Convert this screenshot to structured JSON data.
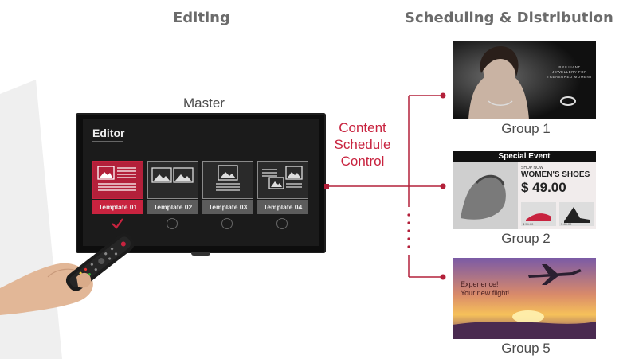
{
  "headers": {
    "editing": "Editing",
    "scheduling": "Scheduling & Distribution"
  },
  "master": {
    "label": "Master",
    "editor_title": "Editor",
    "templates": [
      {
        "label": "Template 01",
        "selected": true
      },
      {
        "label": "Template 02",
        "selected": false
      },
      {
        "label": "Template 03",
        "selected": false
      },
      {
        "label": "Template 04",
        "selected": false
      }
    ]
  },
  "control": {
    "line1": "Content",
    "line2": "Schedule",
    "line3": "Control"
  },
  "groups": [
    {
      "caption": "Group 1",
      "overlay_text": "BRILLIANT JEWELLERY FOR TREASURED MOMENT"
    },
    {
      "caption": "Group 2",
      "banner": "Special Event",
      "tag": "SHOP NOW",
      "headline": "WOMEN'S SHOES",
      "price": "$ 49.00",
      "sub_prices": [
        "$ 54.00",
        "$ 65.00"
      ]
    },
    {
      "caption": "Group 5",
      "line1": "Experience!",
      "line2": "Your new flight!"
    }
  ],
  "colors": {
    "accent": "#c8233f",
    "header": "#6b6b6b",
    "tv": "#0d0d0d"
  }
}
